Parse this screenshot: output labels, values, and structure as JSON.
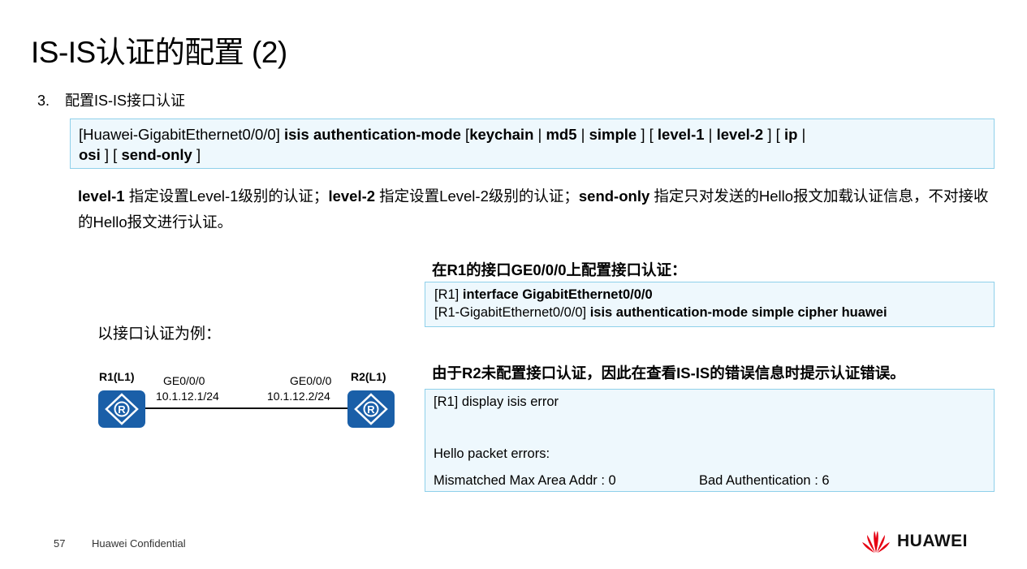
{
  "title": "IS-IS认证的配置 (2)",
  "step": {
    "number": "3.",
    "text": "配置IS-IS接口认证"
  },
  "command": {
    "prefix": "[Huawei-GigabitEthernet0/0/0] ",
    "kw_isis_auth": "isis authentication-mode",
    "s1": " [",
    "kw_keychain": "keychain",
    "s2": " | ",
    "kw_md5": "md5",
    "s3": " | ",
    "kw_simple": "simple",
    "s4": " ] [ ",
    "kw_level1": "level-1",
    "s5": " | ",
    "kw_level2": "level-2",
    "s6": " ] [ ",
    "kw_ip": "ip",
    "s7": " | ",
    "kw_osi": "osi",
    "s8": " ] [ ",
    "kw_send_only": "send-only",
    "s9": " ]"
  },
  "description": {
    "kw1": "level-1",
    "t1": " 指定设置Level-1级别的认证；",
    "kw2": "level-2",
    "t2": " 指定设置Level-2级别的认证；",
    "kw3": "send-only",
    "t3": " 指定只对发送的Hello报文加载认证信息，不对接收的Hello报文进行认证。"
  },
  "r1_heading": "在R1的接口GE0/0/0上配置接口认证：",
  "r1_config": {
    "l1_prefix": "[R1] ",
    "l1_cmd": "interface GigabitEthernet0/0/0",
    "l2_prefix": "[R1-GigabitEthernet0/0/0] ",
    "l2_cmd": "isis authentication-mode simple cipher  huawei"
  },
  "example_label": "以接口认证为例：",
  "topology": {
    "r1": {
      "name": "R1(L1)",
      "interface": "GE0/0/0",
      "ip": "10.1.12.1/24"
    },
    "r2": {
      "name": "R2(L1)",
      "interface": "GE0/0/0",
      "ip": "10.1.12.2/24"
    }
  },
  "r2_heading": "由于R2未配置接口认证，因此在查看IS-IS的错误信息时提示认证错误。",
  "error_output": {
    "line1": "[R1] display isis error",
    "line2": "Hello packet errors:",
    "line3a": "Mismatched Max Area Addr : 0",
    "line3b": "Bad Authentication : 6"
  },
  "footer": {
    "page": "57",
    "confidential": "Huawei Confidential",
    "brand": "HUAWEI"
  },
  "colors": {
    "router": "#1a5fa8",
    "box_bg": "#eef8fd",
    "box_border": "#8fd0ea",
    "brand_red": "#e60012"
  }
}
